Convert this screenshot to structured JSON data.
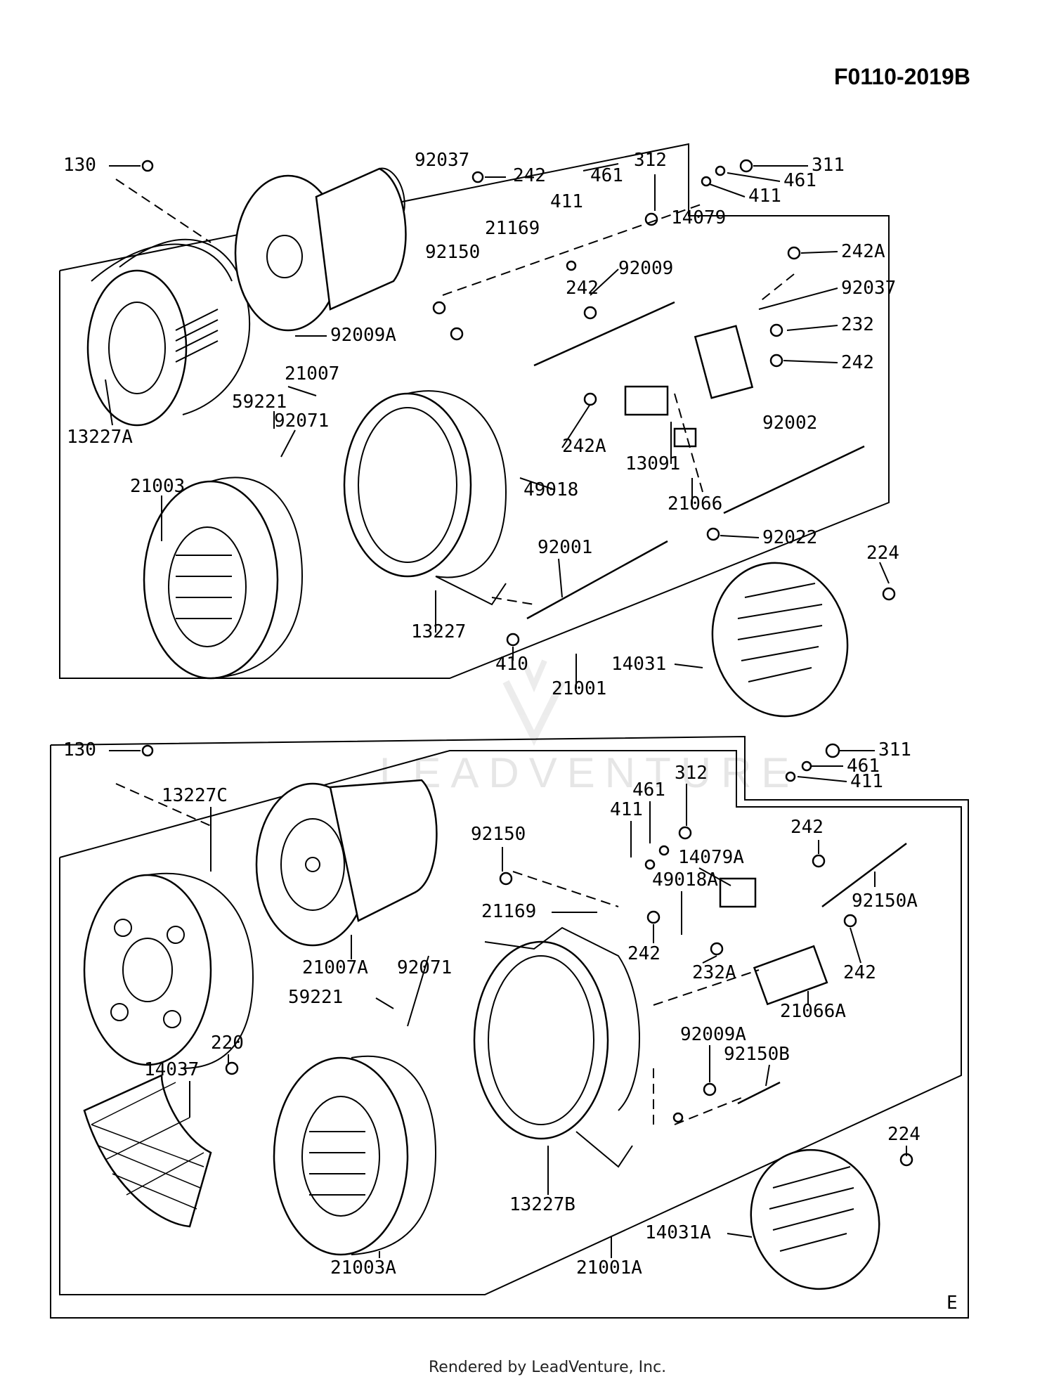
{
  "diagram_code": "F0110-2019B",
  "watermark": "LEADVENTURE",
  "footer": "Rendered by LeadVenture, Inc.",
  "corner_mark": "E",
  "upper_panel": {
    "labels": [
      "130",
      "92037",
      "242",
      "461",
      "312",
      "311",
      "461",
      "411",
      "411",
      "21169",
      "92150",
      "92009",
      "14079",
      "242A",
      "242",
      "92037",
      "92009A",
      "232",
      "21007",
      "242",
      "13227A",
      "59221",
      "92071",
      "242A",
      "13091",
      "92002",
      "21003",
      "49018",
      "21066",
      "92001",
      "92022",
      "13227",
      "224",
      "410",
      "21001",
      "14031"
    ]
  },
  "lower_panel": {
    "labels": [
      "130",
      "311",
      "312",
      "461",
      "461",
      "411",
      "411",
      "13227C",
      "92150",
      "242",
      "14079A",
      "49018A",
      "21169",
      "92150A",
      "242",
      "21007A",
      "92071",
      "232A",
      "242",
      "59221",
      "21066A",
      "220",
      "92009A",
      "14037",
      "92150B",
      "224",
      "13227B",
      "14031A",
      "21003A",
      "21001A"
    ]
  }
}
